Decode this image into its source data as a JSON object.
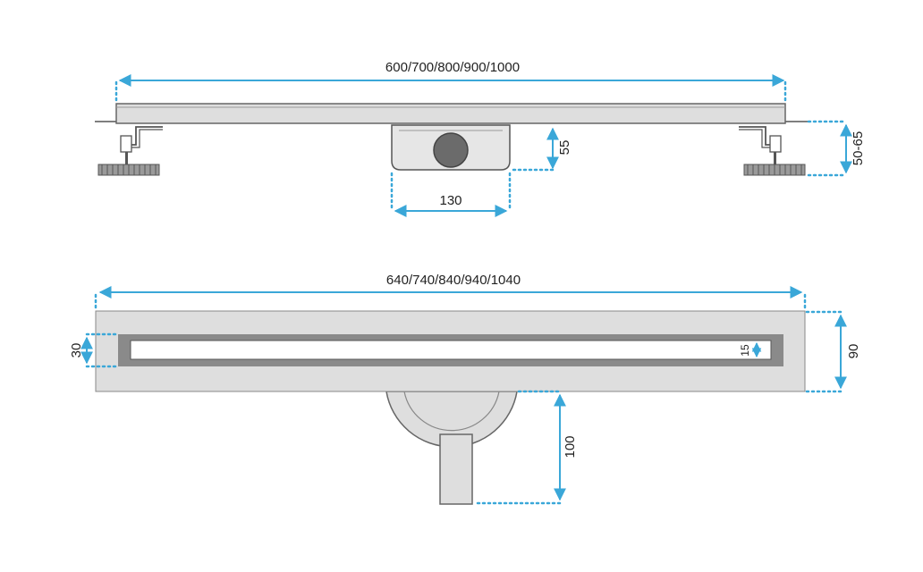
{
  "dimensions": {
    "channel_length": "600/700/800/900/1000",
    "outlet_width": "130",
    "outlet_height": "55",
    "adjust_height": "50-65",
    "frame_length": "640/740/840/940/1040",
    "frame_width": "90",
    "slot_width": "30",
    "grate_width": "15",
    "pipe_length": "100"
  },
  "colors": {
    "dimension_line": "#3aa7d8",
    "panel": "#dedede",
    "grate_frame": "#8a8a8a",
    "outlet_circle": "#6b6b6b"
  }
}
